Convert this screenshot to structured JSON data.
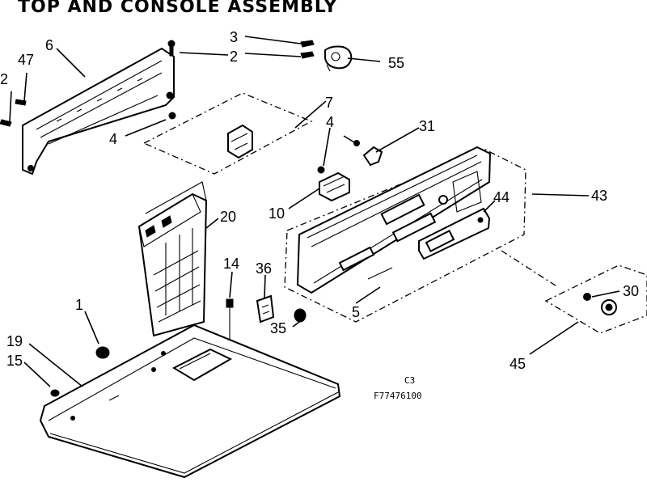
{
  "title": "TOP AND CONSOLE ASSEMBLY",
  "callouts": {
    "p1": "1",
    "p2a": "2",
    "p2b": "2",
    "p3": "3",
    "p4a": "4",
    "p4b": "4",
    "p5": "5",
    "p6": "6",
    "p7": "7",
    "p10": "10",
    "p14": "14",
    "p15": "15",
    "p19": "19",
    "p20": "20",
    "p30": "30",
    "p31": "31",
    "p35": "35",
    "p36": "36",
    "p43": "43",
    "p44": "44",
    "p45": "45",
    "p47": "47",
    "p55": "55"
  },
  "codes": {
    "c3": "C3",
    "part_no": "F77476100"
  }
}
